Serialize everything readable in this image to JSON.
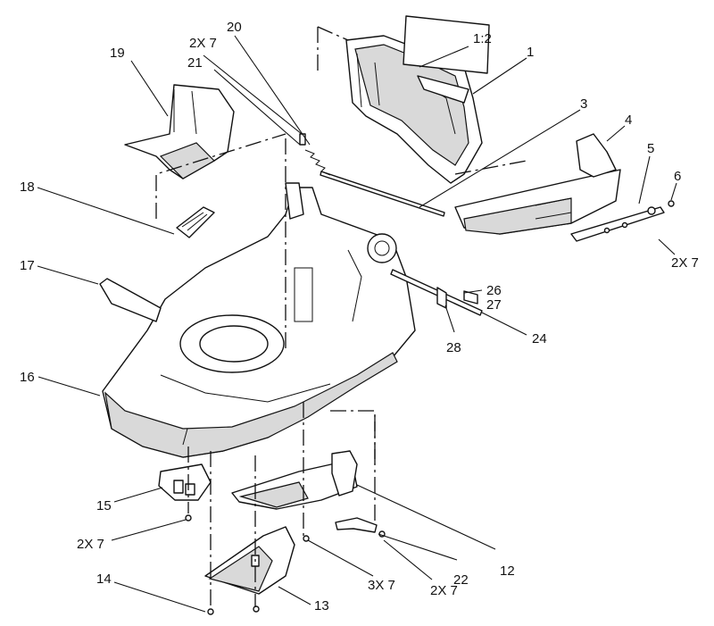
{
  "callouts": {
    "c1_2": "1:2",
    "c1": "1",
    "c3": "3",
    "c4": "4",
    "c5": "5",
    "c6": "6",
    "c2x7_right": "2X 7",
    "c19": "19",
    "c2x7_top": "2X 7",
    "c20": "20",
    "c21": "21",
    "c18": "18",
    "c17": "17",
    "c26": "26",
    "c27": "27",
    "c24": "24",
    "c28": "28",
    "c16": "16",
    "c15": "15",
    "c2x7_left": "2X 7",
    "c14": "14",
    "c13": "13",
    "c3x7": "3X 7",
    "c2x7_bottom": "2X 7",
    "c22": "22",
    "c12": "12"
  }
}
